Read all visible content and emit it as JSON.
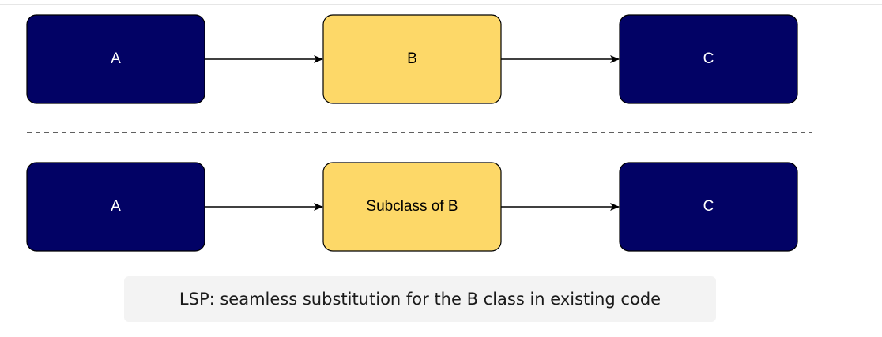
{
  "diagram": {
    "top_row": {
      "left": "A",
      "middle": "B",
      "right": "C"
    },
    "bottom_row": {
      "left": "A",
      "middle": "Subclass of B",
      "right": "C"
    }
  },
  "caption": "LSP: seamless substitution for the B class in existing code",
  "colors": {
    "dark_box": "#020265",
    "light_box": "#fdd868",
    "stroke": "#000000",
    "caption_bg": "#f3f3f3"
  }
}
